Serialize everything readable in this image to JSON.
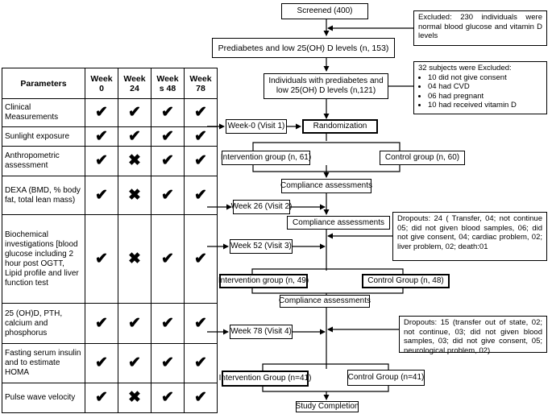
{
  "table": {
    "headers": [
      "Parameters",
      "Week 0",
      "Week 24",
      "Week s 48",
      "Week 78"
    ],
    "rows": [
      {
        "param": "Clinical Measurements",
        "marks": [
          "✔",
          "✔",
          "✔",
          "✔"
        ]
      },
      {
        "param": "Sunlight exposure",
        "marks": [
          "✔",
          "✔",
          "✔",
          "✔"
        ]
      },
      {
        "param": "Anthropometric assessment",
        "marks": [
          "✔",
          "✖",
          "✔",
          "✔"
        ]
      },
      {
        "param": "DEXA (BMD, % body fat, total lean mass)",
        "marks": [
          "✔",
          "✖",
          "✔",
          "✔"
        ]
      },
      {
        "param": "Biochemical investigations [blood glucose including 2 hour post OGTT, Lipid profile and liver function test",
        "marks": [
          "✔",
          "✖",
          "✔",
          "✔"
        ]
      },
      {
        "param": "25 (OH)D, PTH, calcium and phosphorus",
        "marks": [
          "✔",
          "✔",
          "✔",
          "✔"
        ]
      },
      {
        "param": "Fasting serum insulin and to estimate HOMA",
        "marks": [
          "✔",
          "✔",
          "✔",
          "✔"
        ]
      },
      {
        "param": "Pulse wave velocity",
        "marks": [
          "✔",
          "✖",
          "✔",
          "✔"
        ]
      }
    ]
  },
  "flow": {
    "screened": "Screened (400)",
    "excluded1": "Excluded: 230 individuals were normal blood glucose and vitamin D levels",
    "prediabetes": "Prediabetes and low 25(OH) D levels (n, 153)",
    "excluded2_title": "32 subjects were Excluded:",
    "excluded2_items": [
      "10 did not give consent",
      "04 had CVD",
      "06 had pregnant",
      "10 had received vitamin D"
    ],
    "individuals": "Individuals with prediabetes and low 25(OH) D levels (n,121)",
    "week0": "Week-0 (Visit 1)",
    "randomization": "Randomization",
    "intervention1": "Intervention group (n, 61)",
    "control1": "Control group (n, 60)",
    "compliance1": "Compliance assessments",
    "week26": "Week 26 (Visit 2)",
    "compliance2": "Compliance assessments",
    "dropouts1": "Dropouts: 24 ( Transfer, 04; not continue 05; did not given blood samples, 06; did not give consent, 04; cardiac problem, 02; liver problem, 02; death:01",
    "week52": "Week 52 (Visit 3)",
    "intervention2": "Intervention group (n, 49)",
    "control2": "Control Group (n, 48)",
    "compliance3": "Compliance assessments",
    "dropouts2": "Dropouts: 15 (transfer out of state, 02; not continue, 03; did not given blood samples, 03; did not give consent, 05; neurological problem, 02)",
    "week78": "Week 78 (Visit 4)",
    "intervention3": "Intervention Group (n=41)",
    "control3": "Control Group (n=41)",
    "completion": "Study Completion"
  }
}
